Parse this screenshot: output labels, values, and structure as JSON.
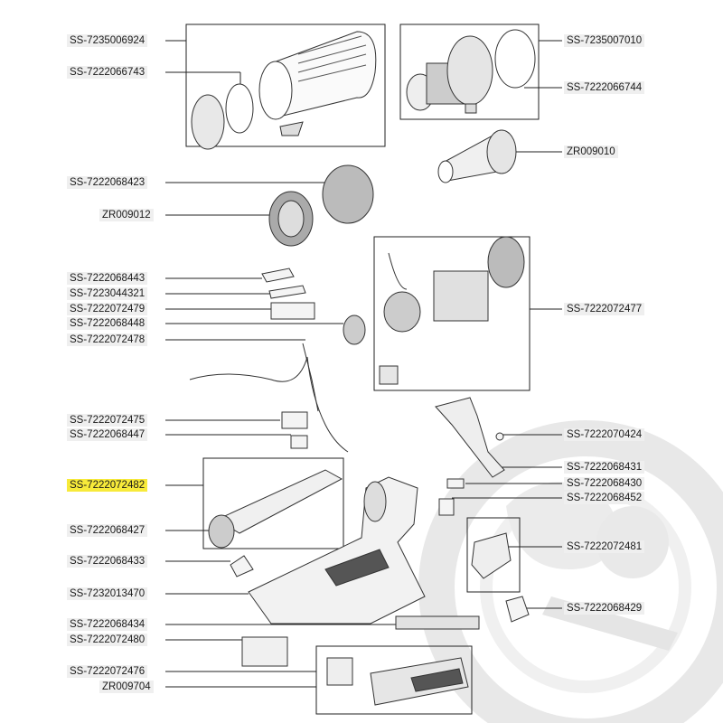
{
  "highlight_color": "#f7ea3a",
  "label_bg_color": "#efefef",
  "left_labels": [
    {
      "id": "SS-7235006924"
    },
    {
      "id": "SS-7222066743"
    },
    {
      "id": "SS-7222068423"
    },
    {
      "id": "ZR009012"
    },
    {
      "id": "SS-7222068443"
    },
    {
      "id": "SS-7223044321"
    },
    {
      "id": "SS-7222072479"
    },
    {
      "id": "SS-7222068448"
    },
    {
      "id": "SS-7222072478"
    },
    {
      "id": "SS-7222072475"
    },
    {
      "id": "SS-7222068447"
    },
    {
      "id": "SS-7222072482",
      "highlighted": true
    },
    {
      "id": "SS-7222068427"
    },
    {
      "id": "SS-7222068433"
    },
    {
      "id": "SS-7232013470"
    },
    {
      "id": "SS-7222068434"
    },
    {
      "id": "SS-7222072480"
    },
    {
      "id": "SS-7222072476"
    },
    {
      "id": "ZR009704"
    }
  ],
  "right_labels": [
    {
      "id": "SS-7235007010"
    },
    {
      "id": "SS-7222066744"
    },
    {
      "id": "ZR009010"
    },
    {
      "id": "SS-7222072477"
    },
    {
      "id": "SS-7222070424"
    },
    {
      "id": "SS-7222068431"
    },
    {
      "id": "SS-7222068430"
    },
    {
      "id": "SS-7222068452"
    },
    {
      "id": "SS-7222072481"
    },
    {
      "id": "SS-7222068429"
    }
  ]
}
